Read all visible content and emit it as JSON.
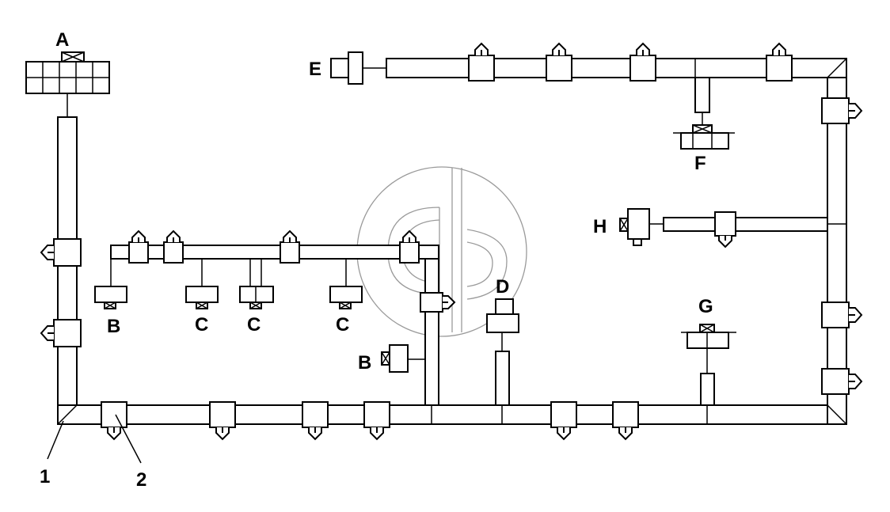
{
  "labels": {
    "A": "A",
    "B1": "B",
    "B2": "B",
    "C1": "C",
    "C2": "C",
    "C3": "C",
    "D": "D",
    "E": "E",
    "F": "F",
    "G": "G",
    "H": "H",
    "callout_1": "1",
    "callout_2": "2"
  },
  "colors": {
    "line": "#000000",
    "background": "#ffffff",
    "watermark": "#9a9a9a"
  }
}
